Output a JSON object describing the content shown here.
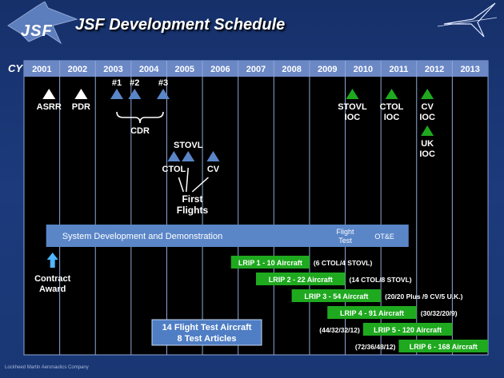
{
  "header": {
    "logo_text": "JSF",
    "title": "JSF Development Schedule",
    "footer": "Lockheed Martin Aeronautics Company"
  },
  "colors": {
    "background": "#1a3774",
    "grid_bg": "#000000",
    "header_bar": "#6b88c5",
    "sdd_bar": "#5a86c8",
    "lrip_bar": "#1fa91f",
    "box": "#4f7ec4",
    "white_marker": "#ffffff",
    "blue_marker": "#5a86c8",
    "green_marker": "#1fa91f"
  },
  "chart_data": {
    "type": "gantt",
    "cy_label": "CY",
    "years": [
      "2001",
      "2002",
      "2003",
      "2004",
      "2005",
      "2006",
      "2007",
      "2008",
      "2009",
      "2010",
      "2011",
      "2012",
      "2013"
    ],
    "milestones": [
      {
        "labels": [
          "ASRR"
        ],
        "year": 2001.7,
        "row": 0,
        "color": "white"
      },
      {
        "labels": [
          "PDR"
        ],
        "year": 2002.6,
        "row": 0,
        "color": "white"
      },
      {
        "labels": [
          "#1"
        ],
        "year": 2003.6,
        "row": 0,
        "color": "blue",
        "label_position": "above"
      },
      {
        "labels": [
          "#2"
        ],
        "year": 2004.1,
        "row": 0,
        "color": "blue",
        "label_position": "above"
      },
      {
        "labels": [
          "#3"
        ],
        "year": 2004.9,
        "row": 0,
        "color": "blue",
        "label_position": "above"
      },
      {
        "labels": [
          "STOVL",
          "IOC"
        ],
        "year": 2010.2,
        "row": 0,
        "color": "green"
      },
      {
        "labels": [
          "CTOL",
          "IOC"
        ],
        "year": 2011.3,
        "row": 0,
        "color": "green"
      },
      {
        "labels": [
          "CV",
          "IOC"
        ],
        "year": 2012.3,
        "row": 0,
        "color": "green"
      },
      {
        "labels": [
          "UK",
          "IOC"
        ],
        "year": 2012.3,
        "row": 1,
        "color": "green"
      },
      {
        "labels": [
          "CTOL"
        ],
        "year": 2005.2,
        "row": 2,
        "color": "blue"
      },
      {
        "labels": [
          "STOVL"
        ],
        "year": 2005.6,
        "row": 2,
        "color": "blue",
        "label_position": "above"
      },
      {
        "labels": [
          "CV"
        ],
        "year": 2006.3,
        "row": 2,
        "color": "blue"
      }
    ],
    "cdr_label": "CDR",
    "first_flights_label": [
      "First",
      "Flights"
    ],
    "sdd": {
      "label": "System Development and Demonstration",
      "start": 2001.8,
      "end": 2012.0,
      "flight_test_label": [
        "Flight",
        "Test"
      ],
      "ote_label": "OT&E"
    },
    "contract_award": {
      "labels": [
        "Contract",
        "Award"
      ],
      "year": 2001.8
    },
    "lrip": [
      {
        "label": "LRIP 1 - 10 Aircraft",
        "start": 2006.8,
        "end": 2009.0,
        "note": "(6 CTOL/4 STOVL)"
      },
      {
        "label": "LRIP 2 - 22 Aircraft",
        "start": 2007.5,
        "end": 2010.0,
        "note": "(14 CTOL/8 STOVL)"
      },
      {
        "label": "LRIP 3 - 54 Aircraft",
        "start": 2008.5,
        "end": 2011.0,
        "note": "(20/20 Plus /9 CV/5 U.K.)"
      },
      {
        "label": "LRIP 4 - 91 Aircraft",
        "start": 2009.5,
        "end": 2012.0,
        "note": "(30/32/20/9)"
      },
      {
        "label": "LRIP 5 - 120 Aircraft",
        "start": 2010.5,
        "end": 2013.0,
        "note": "(44/32/32/12)",
        "note_side": "left"
      },
      {
        "label": "LRIP 6 - 168 Aircraft",
        "start": 2011.5,
        "end": 2014.0,
        "note": "(72/36/48/12)",
        "note_side": "left"
      }
    ],
    "flight_test_box": [
      "14 Flight Test Aircraft",
      "8 Test Articles"
    ]
  }
}
